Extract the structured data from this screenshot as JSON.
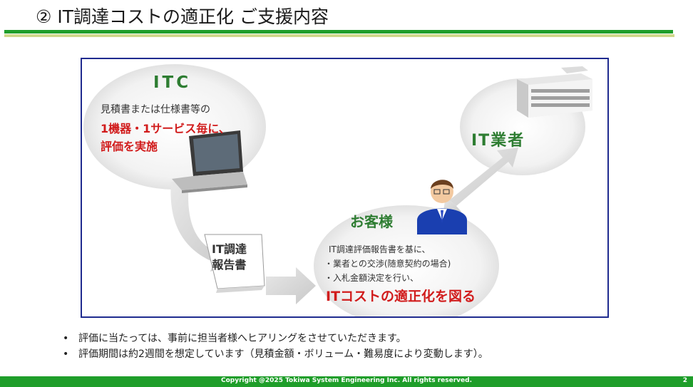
{
  "slide": {
    "title": "② IT調達コストの適正化 ご支援内容"
  },
  "diagram": {
    "itc": {
      "title": "ITC",
      "line1": "見積書または仕様書等の",
      "line2": "1機器・1サービス毎に、",
      "line3": "評価を実施"
    },
    "vendor": {
      "title": "IT業者"
    },
    "document": {
      "line1": "IT調達",
      "line2": "報告書"
    },
    "client": {
      "title": "お客様",
      "line1": "IT調達評価報告書を基に、",
      "line2": "・業者との交渉(随意契約の場合)",
      "line3": "・入札金額決定を行い、",
      "line4": "ITコストの適正化を図る"
    },
    "colors": {
      "green": "#2e7d32",
      "red": "#d11c1c",
      "frame": "#1f2b8f"
    }
  },
  "bullets": [
    "評価に当たっては、事前に担当者様へヒアリングをさせていただきます。",
    "評価期間は約2週間を想定しています（見積金額・ボリューム・難易度により変動します）。"
  ],
  "footer": {
    "copyright": "Copyright @2025 Tokiwa System Engineering Inc. All rights reserved.",
    "page": "2"
  }
}
